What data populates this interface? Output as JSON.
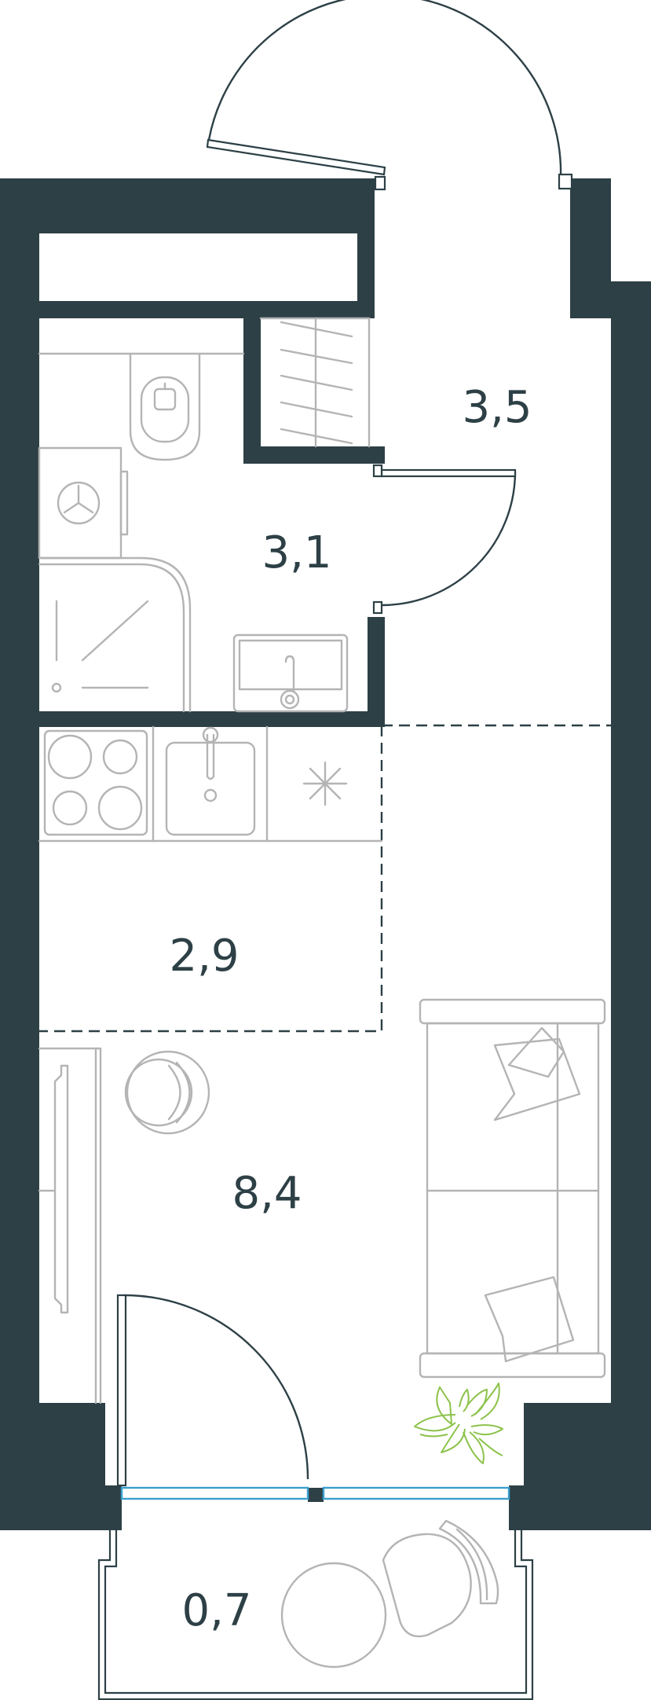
{
  "colors": {
    "wall": "#2d4046",
    "fixture": "#b4b4b4",
    "glass": "#3a9fcf",
    "plant": "#8cc24a",
    "label": "#2d4046"
  },
  "rooms": [
    {
      "id": "hallway",
      "area": "3,5"
    },
    {
      "id": "bathroom",
      "area": "3,1"
    },
    {
      "id": "kitchen",
      "area": "2,9"
    },
    {
      "id": "living",
      "area": "8,4"
    },
    {
      "id": "balcony",
      "area": "0,7"
    }
  ],
  "icons": {
    "washing_machine": "washing-machine-icon",
    "toilet": "toilet-icon",
    "shower": "shower-icon",
    "bathroom_sink": "bathroom-sink-icon",
    "stove": "stove-icon",
    "kitchen_sink": "kitchen-sink-icon",
    "fridge": "fridge-icon",
    "sofa": "sofa-icon",
    "chair": "chair-icon",
    "wardrobe": "wardrobe-icon",
    "plant": "plant-icon",
    "table": "table-icon"
  }
}
